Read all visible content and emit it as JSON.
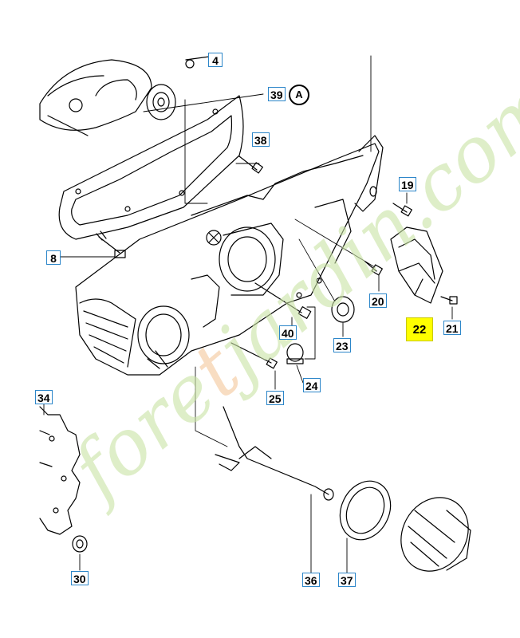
{
  "watermark": {
    "text_a": "fore",
    "text_b": "t",
    "text_c": "jardin.com"
  },
  "labels": {
    "l4": "4",
    "l39": "39",
    "circle_a": "A",
    "l38": "38",
    "l19": "19",
    "l8": "8",
    "l20": "20",
    "l22": "22",
    "l21": "21",
    "l40": "40",
    "l23": "23",
    "l24": "24",
    "l25": "25",
    "l34": "34",
    "l30": "30",
    "l36": "36",
    "l37": "37"
  },
  "colors": {
    "callout_border": "#2c86c9",
    "highlight": "#ffff00",
    "line": "#000000"
  }
}
